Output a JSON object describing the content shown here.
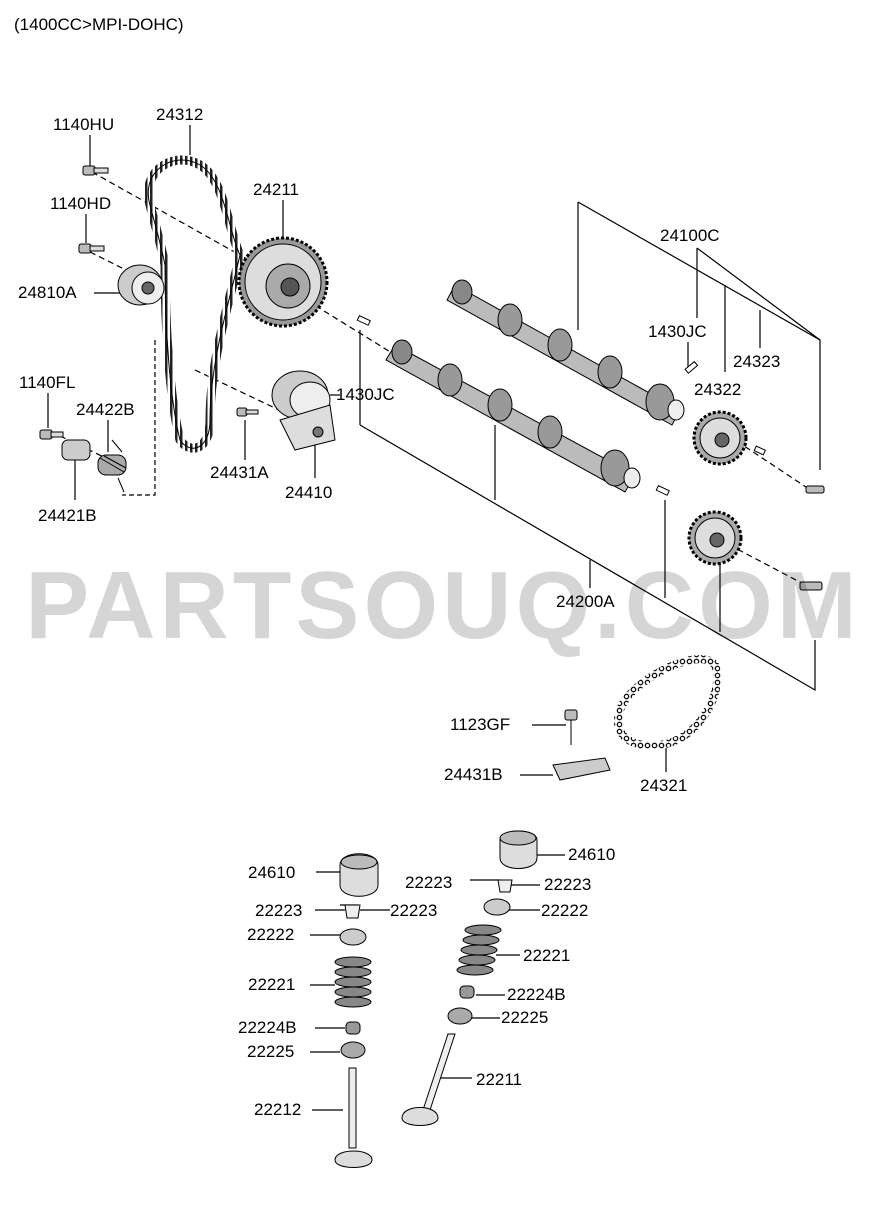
{
  "diagram": {
    "title": "(1400CC>MPI-DOHC)",
    "watermark": "PARTSOUQ.COM",
    "labels": {
      "p1140hu": "1140HU",
      "p24312": "24312",
      "p24211": "24211",
      "p1140hd": "1140HD",
      "p24810a": "24810A",
      "p24100c": "24100C",
      "p1430jc_top": "1430JC",
      "p24323": "24323",
      "p24322": "24322",
      "p1430jc_mid": "1430JC",
      "p1140fl": "1140FL",
      "p24422b": "24422B",
      "p24431a": "24431A",
      "p24410": "24410",
      "p24421b": "24421B",
      "p24200a": "24200A",
      "p1123gf": "1123GF",
      "p24431b": "24431B",
      "p24321": "24321",
      "p24610_r": "24610",
      "p24610_l": "24610",
      "p22223_rl": "22223",
      "p22223_rr": "22223",
      "p22223_ll": "22223",
      "p22223_lr": "22223",
      "p22222_r": "22222",
      "p22222_l": "22222",
      "p22221_r": "22221",
      "p22221_l": "22221",
      "p22224b_r": "22224B",
      "p22224b_l": "22224B",
      "p22225_r": "22225",
      "p22225_l": "22225",
      "p22211": "22211",
      "p22212": "22212"
    }
  }
}
